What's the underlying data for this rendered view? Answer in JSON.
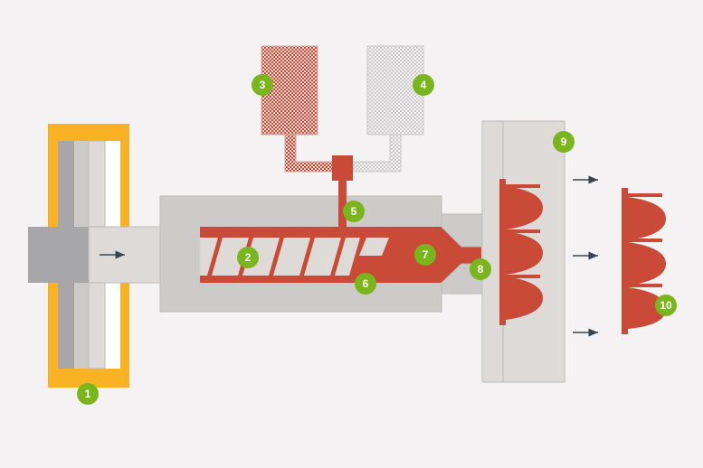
{
  "colors": {
    "background": "#f4f2f3",
    "yellow_clamp": "#f8b224",
    "melt_red": "#c94a36",
    "badge_green": "#7ab51d",
    "grey_light": "#dddad8",
    "grey_mid": "#cdcaca",
    "grey_dark": "#a7a7aa",
    "arrow": "#3a4450"
  },
  "icons": {
    "flow_arrow": "right-arrow-icon",
    "badge": "numbered-circle-icon"
  },
  "callouts": [
    {
      "id": "1",
      "label": "1"
    },
    {
      "id": "2",
      "label": "2"
    },
    {
      "id": "3",
      "label": "3"
    },
    {
      "id": "4",
      "label": "4"
    },
    {
      "id": "5",
      "label": "5"
    },
    {
      "id": "6",
      "label": "6"
    },
    {
      "id": "7",
      "label": "7"
    },
    {
      "id": "8",
      "label": "8"
    },
    {
      "id": "9",
      "label": "9"
    },
    {
      "id": "10",
      "label": "10"
    }
  ]
}
